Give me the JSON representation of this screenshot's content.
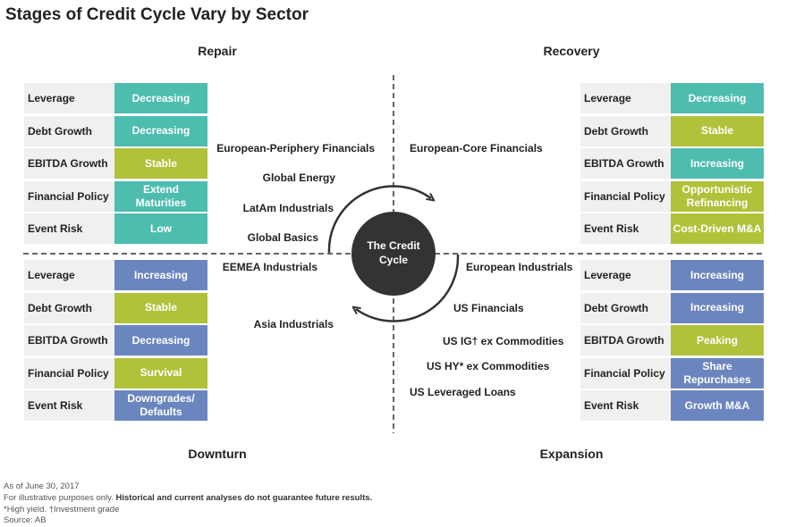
{
  "title": "Stages of Credit Cycle Vary by Sector",
  "center": {
    "line1": "The Credit",
    "line2": "Cycle"
  },
  "colors": {
    "teal": "#4dbdb0",
    "green": "#b0c23a",
    "blue": "#6b86bf",
    "label_bg": "#f0f0f0"
  },
  "quadrants": {
    "repair": {
      "title": "Repair",
      "rows": [
        {
          "label": "Leverage",
          "value": "Decreasing",
          "color": "teal"
        },
        {
          "label": "Debt Growth",
          "value": "Decreasing",
          "color": "teal"
        },
        {
          "label": "EBITDA Growth",
          "value": "Stable",
          "color": "green"
        },
        {
          "label": "Financial Policy",
          "value": "Extend Maturities",
          "color": "teal"
        },
        {
          "label": "Event Risk",
          "value": "Low",
          "color": "teal"
        }
      ],
      "sectors": [
        "European-Periphery Financials",
        "Global Energy",
        "LatAm Industrials",
        "Global Basics"
      ]
    },
    "recovery": {
      "title": "Recovery",
      "rows": [
        {
          "label": "Leverage",
          "value": "Decreasing",
          "color": "teal"
        },
        {
          "label": "Debt Growth",
          "value": "Stable",
          "color": "green"
        },
        {
          "label": "EBITDA Growth",
          "value": "Increasing",
          "color": "teal"
        },
        {
          "label": "Financial Policy",
          "value": "Opportunistic Refinancing",
          "color": "green"
        },
        {
          "label": "Event Risk",
          "value": "Cost-Driven M&A",
          "color": "green"
        }
      ],
      "sectors": [
        "European-Core Financials"
      ]
    },
    "downturn": {
      "title": "Downturn",
      "rows": [
        {
          "label": "Leverage",
          "value": "Increasing",
          "color": "blue"
        },
        {
          "label": "Debt Growth",
          "value": "Stable",
          "color": "green"
        },
        {
          "label": "EBITDA Growth",
          "value": "Decreasing",
          "color": "blue"
        },
        {
          "label": "Financial Policy",
          "value": "Survival",
          "color": "green"
        },
        {
          "label": "Event Risk",
          "value": "Downgrades/ Defaults",
          "color": "blue"
        }
      ],
      "sectors": [
        "EEMEA Industrials",
        "Asia Industrials"
      ]
    },
    "expansion": {
      "title": "Expansion",
      "rows": [
        {
          "label": "Leverage",
          "value": "Increasing",
          "color": "blue"
        },
        {
          "label": "Debt Growth",
          "value": "Increasing",
          "color": "blue"
        },
        {
          "label": "EBITDA Growth",
          "value": "Peaking",
          "color": "green"
        },
        {
          "label": "Financial Policy",
          "value": "Share Repurchases",
          "color": "blue"
        },
        {
          "label": "Event Risk",
          "value": "Growth M&A",
          "color": "blue"
        }
      ],
      "sectors": [
        "European Industrials",
        "US Financials",
        "US IG† ex Commodities",
        "US HY* ex Commodities",
        "US Leveraged Loans"
      ]
    }
  },
  "footer": {
    "date": "As of June 30, 2017",
    "disclaimer_plain": "For illustrative purposes only. ",
    "disclaimer_bold": "Historical and current analyses do not guarantee future results.",
    "notes": "*High yield. †Investment grade",
    "source": "Source: AB"
  }
}
